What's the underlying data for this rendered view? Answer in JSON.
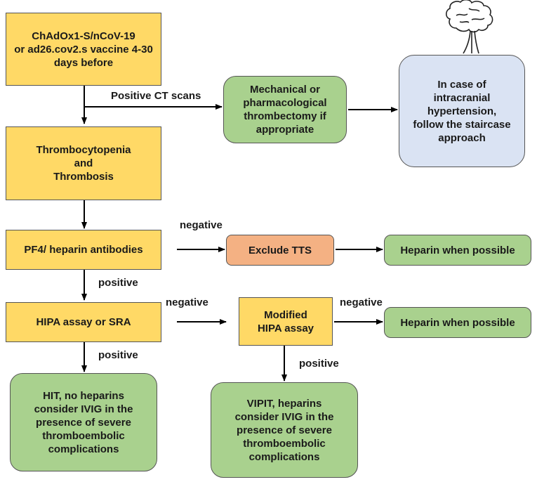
{
  "boxes": {
    "vaccine": "ChAdOx1-S/nCoV-19\nor ad26.cov2.s    vaccine 4-30\ndays before",
    "thrombectomy": "Mechanical or\npharmacological\nthrombectomy if\nappropriate",
    "intracranial": "In case of\nintracranial\nhypertension,\nfollow the staircase\napproach",
    "thrombocytopenia": "Thrombocytopenia\nand\nThrombosis",
    "pf4": "PF4/ heparin antibodies",
    "exclude_tts": "Exclude TTS",
    "heparin_1": "Heparin when possible",
    "hipa": "HIPA assay or SRA",
    "modified_hipa": "Modified\nHIPA assay",
    "heparin_2": "Heparin when possible",
    "hit": "HIT, no heparins\nconsider IVIG in the\npresence of severe\nthromboembolic\ncomplications",
    "vipit": "VIPIT, heparins\nconsider IVIG in the\npresence of severe\nthromboembolic\ncomplications"
  },
  "labels": {
    "positive_ct": "Positive CT scans",
    "negative_pf4": "negative",
    "positive_pf4": "positive",
    "negative_hipa": "negative",
    "negative_modified": "negative",
    "positive_hipa": "positive",
    "positive_modified": "positive"
  },
  "colors": {
    "yellow": "#FFD966",
    "green": "#A9D18E",
    "orange": "#F4B183",
    "blue": "#DAE3F3"
  },
  "icons": [
    "brain-icon"
  ]
}
